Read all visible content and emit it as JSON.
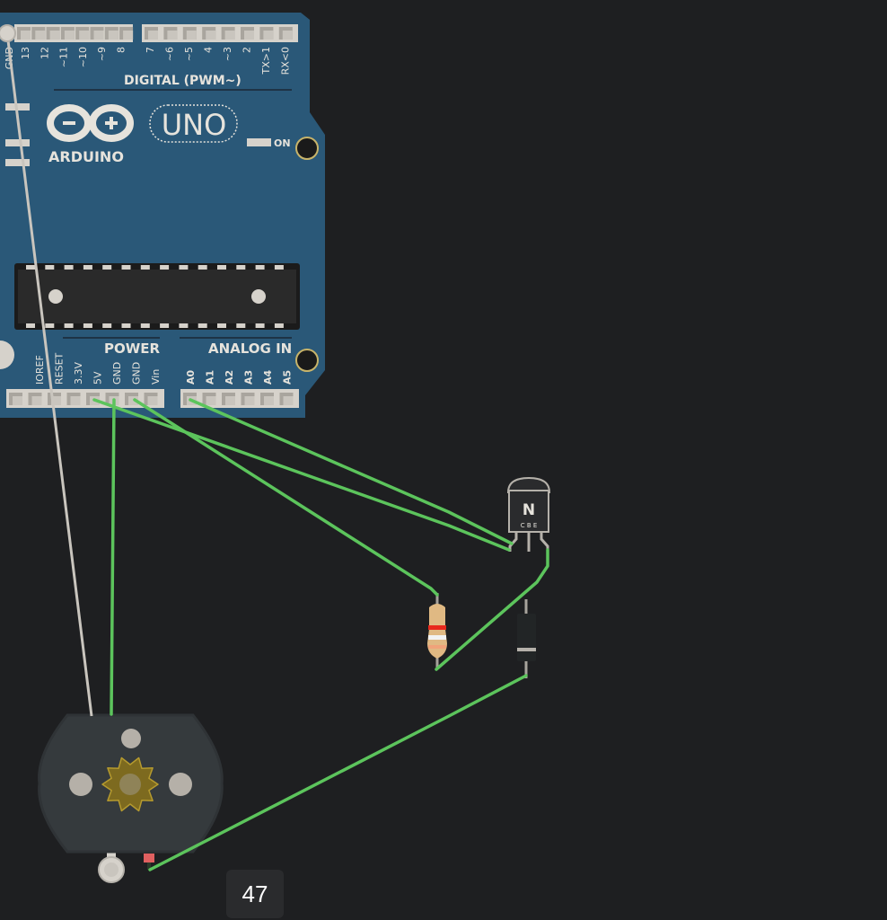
{
  "arduino": {
    "brand": "ARDUINO",
    "model": "UNO",
    "on_label": "ON",
    "digital_header": "DIGITAL (PWM~)",
    "power_header": "POWER",
    "analog_header": "ANALOG IN",
    "digital_pins_left": [
      "GND",
      "13",
      "12",
      "~11",
      "~10",
      "~9",
      "8"
    ],
    "digital_pins_right": [
      "7",
      "~6",
      "~5",
      "4",
      "~3",
      "2",
      "TX>1",
      "RX<0"
    ],
    "power_pins": [
      "IOREF",
      "RESET",
      "3.3V",
      "5V",
      "GND",
      "GND",
      "Vin"
    ],
    "analog_pins": [
      "A0",
      "A1",
      "A2",
      "A3",
      "A4",
      "A5"
    ]
  },
  "transistor": {
    "type_label": "N",
    "pins_label": "C B E"
  },
  "readout": {
    "value": "47"
  },
  "colors": {
    "board": "#2a5878",
    "wire": "#5cc45c",
    "background": "#1e1f21"
  }
}
